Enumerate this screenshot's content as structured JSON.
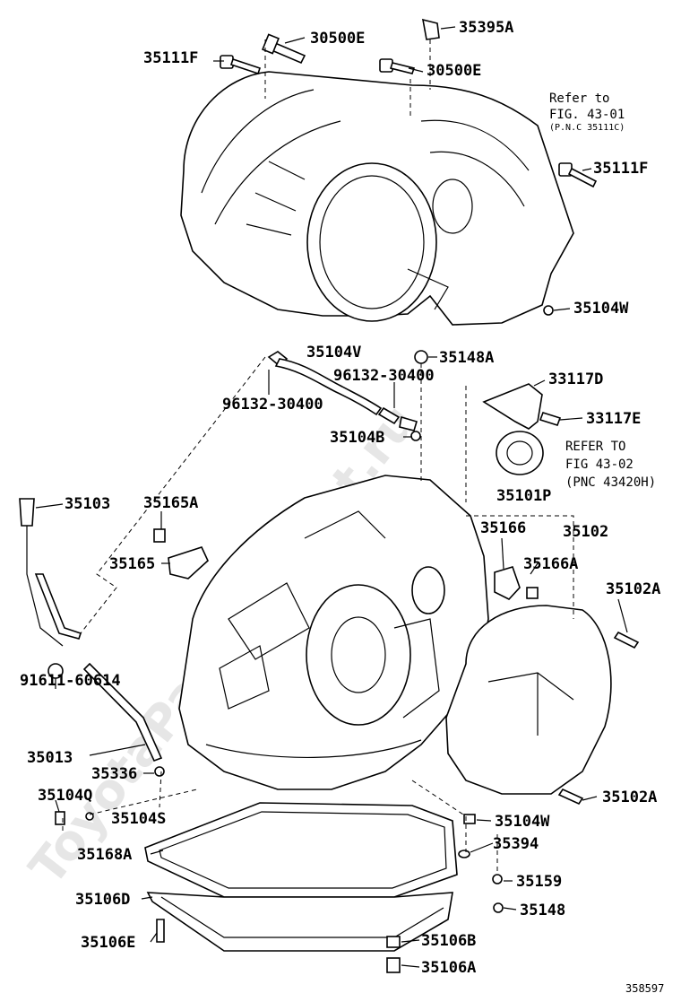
{
  "diagram": {
    "catalog_number": "358597",
    "watermark": "ToyotaPartsMarket.ru",
    "labels": {
      "p30500E_a": "30500E",
      "p35395A": "35395A",
      "p35111F_a": "35111F",
      "p30500E_b": "30500E",
      "p35111F_b": "35111F",
      "p35104W_a": "35104W",
      "p35104V": "35104V",
      "p35148A": "35148A",
      "p96132_a": "96132-30400",
      "p96132_b": "96132-30400",
      "p33117D": "33117D",
      "p33117E": "33117E",
      "p35104B": "35104B",
      "p35101P": "35101P",
      "p35103": "35103",
      "p35165A": "35165A",
      "p35165": "35165",
      "p35166": "35166",
      "p35102": "35102",
      "p35166A": "35166A",
      "p35102A_a": "35102A",
      "p91611": "91611-60614",
      "p35013": "35013",
      "p35336": "35336",
      "p35104Q": "35104Q",
      "p35104S": "35104S",
      "p35102A_b": "35102A",
      "p35104W_b": "35104W",
      "p35168A": "35168A",
      "p35394": "35394",
      "p35159": "35159",
      "p35106D": "35106D",
      "p35148": "35148",
      "p35106E": "35106E",
      "p35106B": "35106B",
      "p35106A": "35106A"
    },
    "notes": {
      "ref1_line1": "Refer to",
      "ref1_line2": "FIG. 43-01",
      "ref1_line3": "(P.N.C 35111C)",
      "ref2_line1": "REFER TO",
      "ref2_line2": "FIG 43-02",
      "ref2_line3": "(PNC 43420H)"
    }
  }
}
